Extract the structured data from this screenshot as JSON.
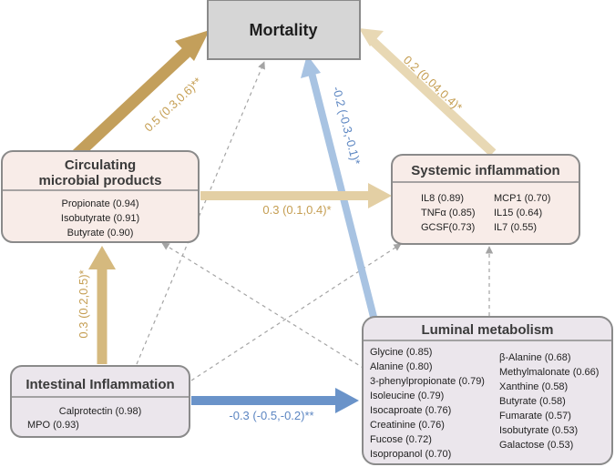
{
  "colors": {
    "gold": "#C8A664",
    "gold_dark": "#BE9A54",
    "gold_light": "#E8D8B4",
    "blue": "#6A93C9",
    "blue_light": "#A8C3E2",
    "node_pink_fill": "#F8ECE8",
    "node_lavender_fill": "#EBE6EC",
    "mortality_fill": "#D6D6D6",
    "border": "#8A8A8A",
    "dashed": "#A4A4A4",
    "gold_text": "#C59E52",
    "blue_text": "#5C86C2"
  },
  "nodes": {
    "mortality": {
      "title": "Mortality"
    },
    "circulating": {
      "title_line1": "Circulating",
      "title_line2": "microbial products",
      "items": [
        "Propionate (0.94)",
        "Isobutyrate (0.91)",
        "Butyrate (0.90)"
      ]
    },
    "systemic": {
      "title": "Systemic inflammation",
      "items_left": [
        "IL8 (0.89)",
        "TNFα (0.85)",
        "GCSF(0.73)"
      ],
      "items_right": [
        "MCP1 (0.70)",
        "IL15 (0.64)",
        "IL7 (0.55)"
      ]
    },
    "intestinal": {
      "title": "Intestinal Inflammation",
      "items": [
        "Calprotectin (0.98)",
        "MPO (0.93)"
      ]
    },
    "luminal": {
      "title": "Luminal metabolism",
      "items_left": [
        "Glycine (0.85)",
        "Alanine (0.80)",
        "3-phenylpropionate (0.79)",
        "Isoleucine (0.79)",
        "Isocaproate (0.76)",
        "Creatinine (0.76)",
        "Fucose (0.72)",
        "Isopropanol (0.70)"
      ],
      "items_right": [
        "β-Alanine (0.68)",
        "Methylmalonate (0.66)",
        "Xanthine (0.58)",
        "Butyrate (0.58)",
        "Fumarate (0.57)",
        "Isobutyrate (0.53)",
        "Galactose (0.53)"
      ]
    }
  },
  "edges": {
    "circulating_to_mortality": "0.5 (0.3,0.6)**",
    "systemic_to_mortality": "0.2 (0.04,0.4)*",
    "luminal_to_mortality": "-0.2 (-0.3,-0.1)*",
    "circulating_to_systemic": "0.3 (0.1,0.4)*",
    "intestinal_to_circulating": "0.3 (0.2,0.5)*",
    "intestinal_to_luminal": "-0.3 (-0.5,-0.2)**"
  }
}
